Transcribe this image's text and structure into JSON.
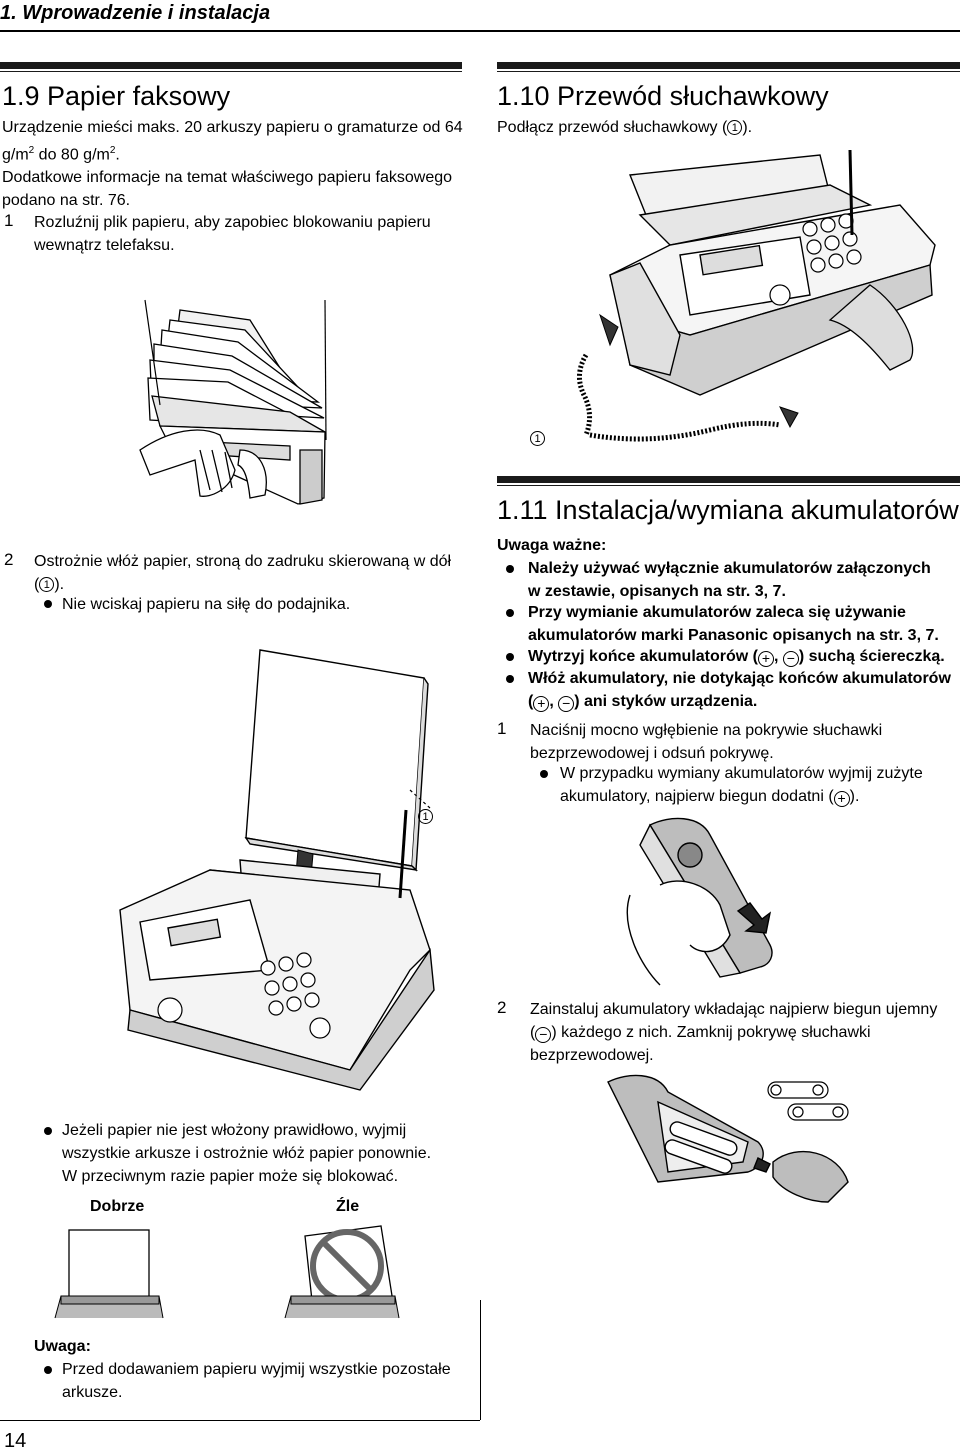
{
  "header": {
    "title": "1. Wprowadzenie i instalacja"
  },
  "page_number": "14",
  "left": {
    "section_title": "1.9 Papier faksowy",
    "intro": {
      "line1": "Urządzenie mieści maks. 20 arkuszy papieru o gramaturze od 64",
      "line2_a": "g/m",
      "line2_sup1": "2",
      "line2_b": " do 80 g/m",
      "line2_sup2": "2",
      "line2_c": ".",
      "line3": "Dodatkowe informacje na temat właściwego papieru faksowego",
      "line4": "podano na str. 76."
    },
    "step1": {
      "number": "1",
      "line1": "Rozluźnij plik papieru, aby zapobiec blokowaniu papieru",
      "line2": "wewnątrz telefaksu."
    },
    "step2": {
      "number": "2",
      "line1": "Ostrożnie włóż papier, stroną do zadruku skierowaną w dół",
      "line2_a": "(",
      "callout": "1",
      "line2_b": ").",
      "bullet": "Nie wciskaj papieru na siłę do podajnika."
    },
    "figure_callout": "1",
    "note_bullet": {
      "line1": "Jeżeli papier nie jest włożony prawidłowo, wyjmij",
      "line2": "wszystkie arkusze i ostrożnie włóż papier ponownie.",
      "line3": "W przeciwnym razie papier może się blokować."
    },
    "good_label": "Dobrze",
    "bad_label": "Źle",
    "uwaga": {
      "title": "Uwaga:",
      "line1": "Przed dodawaniem papieru wyjmij wszystkie pozostałe",
      "line2": "arkusze."
    }
  },
  "right": {
    "section1": {
      "title": "1.10 Przewód słuchawkowy",
      "text_a": "Podłącz przewód słuchawkowy (",
      "callout": "1",
      "text_b": ").",
      "figure_callout": "1"
    },
    "section2": {
      "title": "1.11 Instalacja/wymiana akumulatorów",
      "important_title": "Uwaga ważne:",
      "b1_line1": "Należy używać wyłącznie akumulatorów załączonych",
      "b1_line2": "w zestawie, opisanych na str. 3, 7.",
      "b2_line1": "Przy wymianie akumulatorów zaleca się używanie",
      "b2_line2": "akumulatorów marki Panasonic opisanych na str. 3, 7.",
      "b3_a": "Wytrzyj końce akumulatorów (",
      "b3_b": ", ",
      "b3_c": ") suchą ściereczką.",
      "b4_line1": "Włóż akumulatory, nie dotykając końców akumulatorów",
      "b4_a": "(",
      "b4_b": ", ",
      "b4_c": ") ani styków urządzenia.",
      "plus": "+",
      "minus": "−",
      "step1": {
        "number": "1",
        "line1": "Naciśnij mocno wgłębienie na pokrywie słuchawki",
        "line2": "bezprzewodowej i odsuń pokrywę.",
        "bullet_line1": "W przypadku wymiany akumulatorów wyjmij zużyte",
        "bullet_line2_a": "akumulatory, najpierw biegun dodatni (",
        "bullet_line2_b": ")."
      },
      "step2": {
        "number": "2",
        "line1": "Zainstaluj akumulatory wkładając najpierw biegun ujemny",
        "line2_a": "(",
        "line2_b": ") każdego z nich. Zamknij pokrywę słuchawki",
        "line3": "bezprzewodowej."
      }
    }
  }
}
